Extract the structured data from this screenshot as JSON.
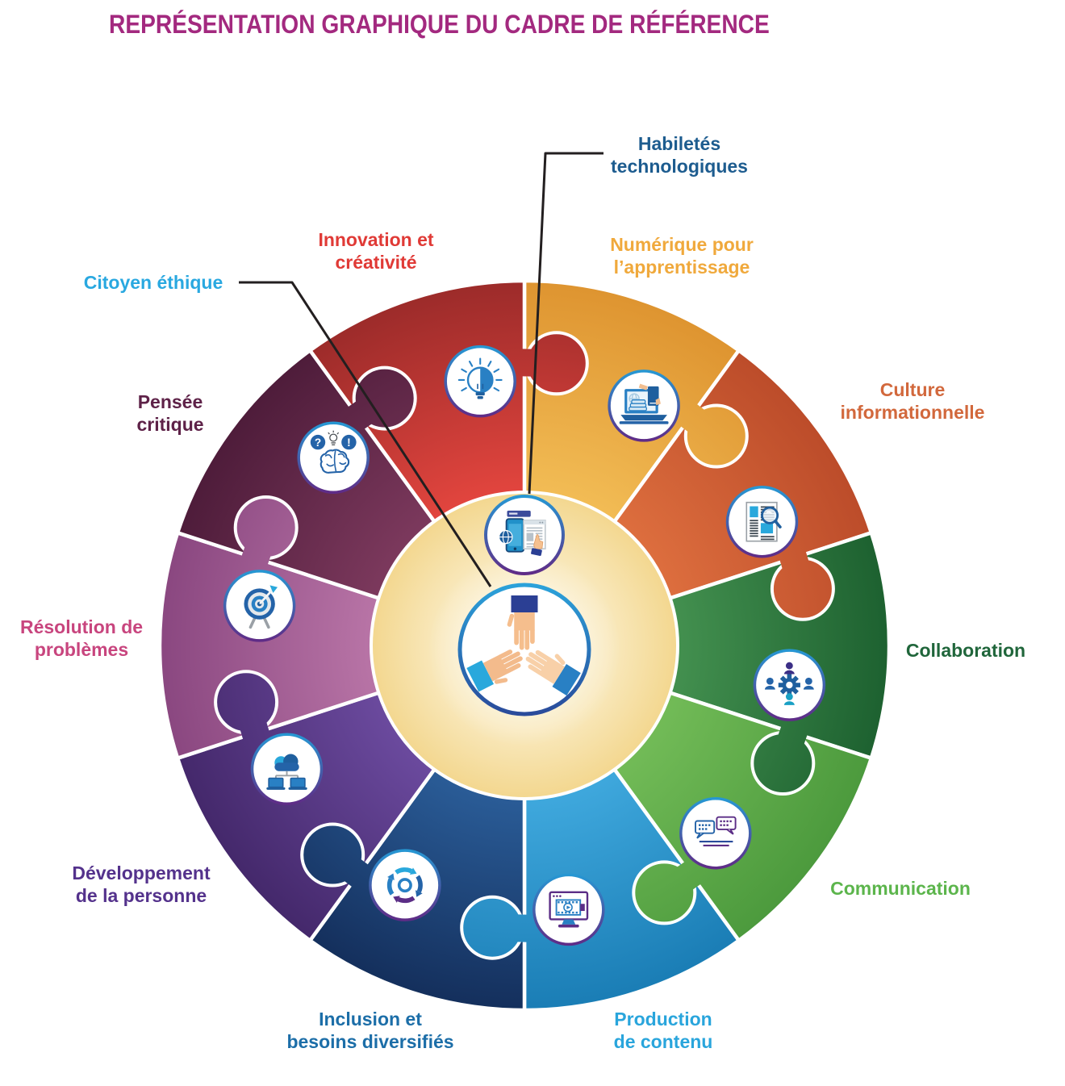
{
  "title": "REPRÉSENTATION GRAPHIQUE DU CADRE DE RÉFÉRENCE",
  "title_color": "#A3297F",
  "center": {
    "bg_inner": "#FDF6E0",
    "bg_outer": "#F3D78F",
    "core_labels": [
      {
        "id": "habiletes",
        "label": "Habiletés\ntechnologiques",
        "label_color": "#1D5C8F",
        "icon": "tech-skills-icon"
      },
      {
        "id": "citoyen",
        "label": "Citoyen éthique",
        "label_color": "#29A8E0",
        "icon": "hands-icon"
      }
    ]
  },
  "segments": [
    {
      "id": "numerique",
      "label": "Numérique pour\nl’apprentissage",
      "label_color": "#F0A93C",
      "fill_light": "#F2BC55",
      "fill_dark": "#DE9430",
      "icon": "laptop-books-icon"
    },
    {
      "id": "culture",
      "label": "Culture\ninformationnelle",
      "label_color": "#D2683C",
      "fill_light": "#DD6E3E",
      "fill_dark": "#BC4C2A",
      "icon": "newspaper-magnifier-icon"
    },
    {
      "id": "collaboration",
      "label": "Collaboration",
      "label_color": "#20663B",
      "fill_light": "#43904F",
      "fill_dark": "#1D6130",
      "icon": "people-gear-icon"
    },
    {
      "id": "communication",
      "label": "Communication",
      "label_color": "#5CB54C",
      "fill_light": "#72BB57",
      "fill_dark": "#4C9A3D",
      "icon": "chat-bubbles-icon"
    },
    {
      "id": "production",
      "label": "Production\nde contenu",
      "label_color": "#29A5DC",
      "fill_light": "#3FA8DD",
      "fill_dark": "#1A7DB5",
      "icon": "monitor-video-icon"
    },
    {
      "id": "inclusion",
      "label": "Inclusion et\nbesoins diversifiés",
      "label_color": "#1C6EA8",
      "fill_light": "#2A5C97",
      "fill_dark": "#142F5C",
      "icon": "cycle-arrows-icon"
    },
    {
      "id": "developpement",
      "label": "Développement\nde la personne",
      "label_color": "#54328C",
      "fill_light": "#6B4A9E",
      "fill_dark": "#44286B",
      "icon": "cloud-laptops-icon"
    },
    {
      "id": "resolution",
      "label": "Résolution de\nproblèmes",
      "label_color": "#C8457E",
      "fill_light": "#B874A6",
      "fill_dark": "#8A4780",
      "icon": "target-dart-icon"
    },
    {
      "id": "pensee",
      "label": "Pensée\ncritique",
      "label_color": "#5E2248",
      "fill_light": "#7C395D",
      "fill_dark": "#4E1C3A",
      "icon": "brain-icon"
    },
    {
      "id": "innovation",
      "label": "Innovation et\ncréativité",
      "label_color": "#E03A36",
      "fill_light": "#E2453E",
      "fill_dark": "#9C2B2A",
      "icon": "lightbulb-icon"
    }
  ]
}
